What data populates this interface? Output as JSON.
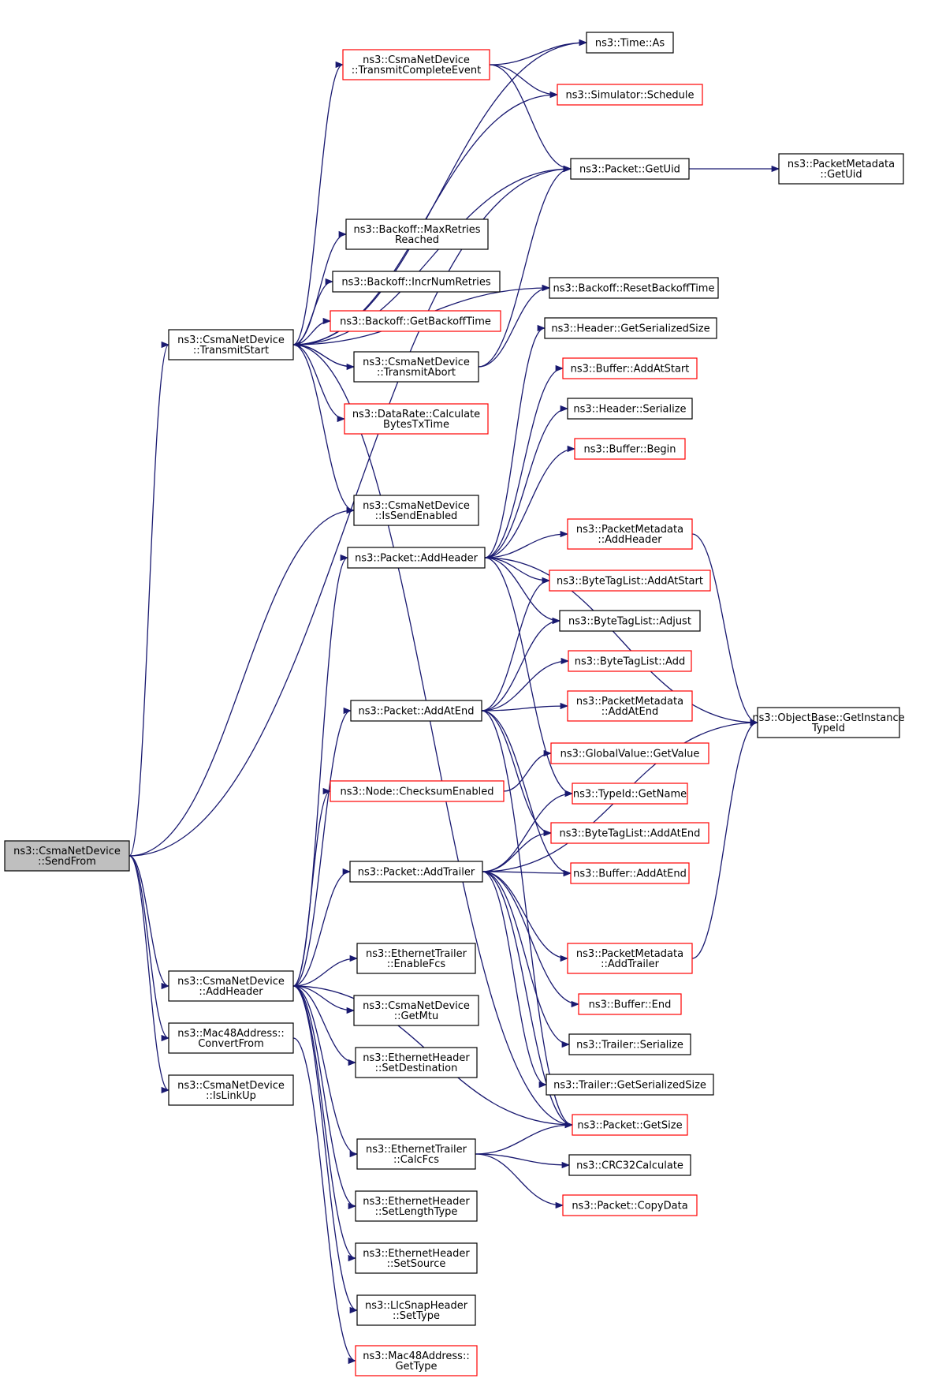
{
  "colors": {
    "edge": "#191970",
    "normal_border": "#000000",
    "truncated_border": "#ff0000",
    "root_fill": "#bfbfbf"
  },
  "nodes": [
    {
      "id": "sendfrom",
      "lines": [
        "ns3::CsmaNetDevice",
        "::SendFrom"
      ],
      "style": "root"
    },
    {
      "id": "transmitstart",
      "lines": [
        "ns3::CsmaNetDevice",
        "::TransmitStart"
      ],
      "style": "normal"
    },
    {
      "id": "addheader_dev",
      "lines": [
        "ns3::CsmaNetDevice",
        "::AddHeader"
      ],
      "style": "normal"
    },
    {
      "id": "mac48_convert",
      "lines": [
        "ns3::Mac48Address::",
        "ConvertFrom"
      ],
      "style": "normal"
    },
    {
      "id": "islinkup",
      "lines": [
        "ns3::CsmaNetDevice",
        "::IsLinkUp"
      ],
      "style": "normal"
    },
    {
      "id": "transmitcomplete",
      "lines": [
        "ns3::CsmaNetDevice",
        "::TransmitCompleteEvent"
      ],
      "style": "red"
    },
    {
      "id": "backoff_maxretries",
      "lines": [
        "ns3::Backoff::MaxRetries",
        "Reached"
      ],
      "style": "normal"
    },
    {
      "id": "backoff_incr",
      "lines": [
        "ns3::Backoff::IncrNumRetries"
      ],
      "style": "normal"
    },
    {
      "id": "backoff_get",
      "lines": [
        "ns3::Backoff::GetBackoffTime"
      ],
      "style": "red"
    },
    {
      "id": "transmitabort",
      "lines": [
        "ns3::CsmaNetDevice",
        "::TransmitAbort"
      ],
      "style": "normal"
    },
    {
      "id": "datarate",
      "lines": [
        "ns3::DataRate::Calculate",
        "BytesTxTime"
      ],
      "style": "red"
    },
    {
      "id": "issendenabled",
      "lines": [
        "ns3::CsmaNetDevice",
        "::IsSendEnabled"
      ],
      "style": "normal"
    },
    {
      "id": "packet_addheader",
      "lines": [
        "ns3::Packet::AddHeader"
      ],
      "style": "normal"
    },
    {
      "id": "packet_addatend",
      "lines": [
        "ns3::Packet::AddAtEnd"
      ],
      "style": "normal"
    },
    {
      "id": "node_checksum",
      "lines": [
        "ns3::Node::ChecksumEnabled"
      ],
      "style": "red"
    },
    {
      "id": "packet_addtrailer",
      "lines": [
        "ns3::Packet::AddTrailer"
      ],
      "style": "normal"
    },
    {
      "id": "eth_trailer_enable",
      "lines": [
        "ns3::EthernetTrailer",
        "::EnableFcs"
      ],
      "style": "normal"
    },
    {
      "id": "getmtu",
      "lines": [
        "ns3::CsmaNetDevice",
        "::GetMtu"
      ],
      "style": "normal"
    },
    {
      "id": "eth_header_setdest",
      "lines": [
        "ns3::EthernetHeader",
        "::SetDestination"
      ],
      "style": "normal"
    },
    {
      "id": "eth_trailer_calc",
      "lines": [
        "ns3::EthernetTrailer",
        "::CalcFcs"
      ],
      "style": "normal"
    },
    {
      "id": "eth_header_setlen",
      "lines": [
        "ns3::EthernetHeader",
        "::SetLengthType"
      ],
      "style": "normal"
    },
    {
      "id": "eth_header_setsrc",
      "lines": [
        "ns3::EthernetHeader",
        "::SetSource"
      ],
      "style": "normal"
    },
    {
      "id": "llcsnap_settype",
      "lines": [
        "ns3::LlcSnapHeader",
        "::SetType"
      ],
      "style": "normal"
    },
    {
      "id": "mac48_gettype",
      "lines": [
        "ns3::Mac48Address::",
        "GetType"
      ],
      "style": "red"
    },
    {
      "id": "time_as",
      "lines": [
        "ns3::Time::As"
      ],
      "style": "normal"
    },
    {
      "id": "sim_schedule",
      "lines": [
        "ns3::Simulator::Schedule"
      ],
      "style": "red"
    },
    {
      "id": "packet_getuid",
      "lines": [
        "ns3::Packet::GetUid"
      ],
      "style": "normal"
    },
    {
      "id": "pm_getuid",
      "lines": [
        "ns3::PacketMetadata",
        "::GetUid"
      ],
      "style": "normal"
    },
    {
      "id": "backoff_reset",
      "lines": [
        "ns3::Backoff::ResetBackoffTime"
      ],
      "style": "normal"
    },
    {
      "id": "header_getsize",
      "lines": [
        "ns3::Header::GetSerializedSize"
      ],
      "style": "normal"
    },
    {
      "id": "buffer_addatstart",
      "lines": [
        "ns3::Buffer::AddAtStart"
      ],
      "style": "red"
    },
    {
      "id": "header_serialize",
      "lines": [
        "ns3::Header::Serialize"
      ],
      "style": "normal"
    },
    {
      "id": "buffer_begin",
      "lines": [
        "ns3::Buffer::Begin"
      ],
      "style": "red"
    },
    {
      "id": "pm_addheader",
      "lines": [
        "ns3::PacketMetadata",
        "::AddHeader"
      ],
      "style": "red"
    },
    {
      "id": "btl_addatstart",
      "lines": [
        "ns3::ByteTagList::AddAtStart"
      ],
      "style": "red"
    },
    {
      "id": "btl_adjust",
      "lines": [
        "ns3::ByteTagList::Adjust"
      ],
      "style": "normal"
    },
    {
      "id": "btl_add",
      "lines": [
        "ns3::ByteTagList::Add"
      ],
      "style": "red"
    },
    {
      "id": "pm_addatend",
      "lines": [
        "ns3::PacketMetadata",
        "::AddAtEnd"
      ],
      "style": "red"
    },
    {
      "id": "globalvalue_get",
      "lines": [
        "ns3::GlobalValue::GetValue"
      ],
      "style": "red"
    },
    {
      "id": "typeid_getname",
      "lines": [
        "ns3::TypeId::GetName"
      ],
      "style": "red"
    },
    {
      "id": "btl_addatend",
      "lines": [
        "ns3::ByteTagList::AddAtEnd"
      ],
      "style": "red"
    },
    {
      "id": "buffer_addatend",
      "lines": [
        "ns3::Buffer::AddAtEnd"
      ],
      "style": "red"
    },
    {
      "id": "pm_addtrailer",
      "lines": [
        "ns3::PacketMetadata",
        "::AddTrailer"
      ],
      "style": "red"
    },
    {
      "id": "buffer_end",
      "lines": [
        "ns3::Buffer::End"
      ],
      "style": "red"
    },
    {
      "id": "trailer_serialize",
      "lines": [
        "ns3::Trailer::Serialize"
      ],
      "style": "normal"
    },
    {
      "id": "trailer_getsize",
      "lines": [
        "ns3::Trailer::GetSerializedSize"
      ],
      "style": "normal"
    },
    {
      "id": "packet_getsize",
      "lines": [
        "ns3::Packet::GetSize"
      ],
      "style": "red"
    },
    {
      "id": "crc32",
      "lines": [
        "ns3::CRC32Calculate"
      ],
      "style": "normal"
    },
    {
      "id": "packet_copydata",
      "lines": [
        "ns3::Packet::CopyData"
      ],
      "style": "red"
    },
    {
      "id": "objectbase_typeid",
      "lines": [
        "ns3::ObjectBase::GetInstance",
        "TypeId"
      ],
      "style": "normal"
    }
  ],
  "edges": [
    [
      "sendfrom",
      "transmitstart"
    ],
    [
      "sendfrom",
      "addheader_dev"
    ],
    [
      "sendfrom",
      "mac48_convert"
    ],
    [
      "sendfrom",
      "islinkup"
    ],
    [
      "sendfrom",
      "issendenabled"
    ],
    [
      "sendfrom",
      "packet_getuid"
    ],
    [
      "transmitstart",
      "transmitcomplete"
    ],
    [
      "transmitstart",
      "time_as"
    ],
    [
      "transmitstart",
      "sim_schedule"
    ],
    [
      "transmitstart",
      "packet_getuid"
    ],
    [
      "transmitstart",
      "backoff_maxretries"
    ],
    [
      "transmitstart",
      "backoff_incr"
    ],
    [
      "transmitstart",
      "backoff_get"
    ],
    [
      "transmitstart",
      "transmitabort"
    ],
    [
      "transmitstart",
      "datarate"
    ],
    [
      "transmitstart",
      "issendenabled"
    ],
    [
      "transmitstart",
      "backoff_reset"
    ],
    [
      "transmitstart",
      "packet_getsize"
    ],
    [
      "transmitcomplete",
      "time_as"
    ],
    [
      "transmitcomplete",
      "sim_schedule"
    ],
    [
      "transmitcomplete",
      "packet_getuid"
    ],
    [
      "transmitabort",
      "transmitstart"
    ],
    [
      "transmitabort",
      "packet_getuid"
    ],
    [
      "transmitabort",
      "backoff_reset"
    ],
    [
      "packet_getuid",
      "pm_getuid"
    ],
    [
      "addheader_dev",
      "packet_addheader"
    ],
    [
      "addheader_dev",
      "packet_addatend"
    ],
    [
      "addheader_dev",
      "node_checksum"
    ],
    [
      "addheader_dev",
      "packet_addtrailer"
    ],
    [
      "addheader_dev",
      "eth_trailer_enable"
    ],
    [
      "addheader_dev",
      "getmtu"
    ],
    [
      "addheader_dev",
      "eth_header_setdest"
    ],
    [
      "addheader_dev",
      "packet_getsize"
    ],
    [
      "addheader_dev",
      "eth_trailer_calc"
    ],
    [
      "addheader_dev",
      "eth_header_setlen"
    ],
    [
      "addheader_dev",
      "eth_header_setsrc"
    ],
    [
      "addheader_dev",
      "llcsnap_settype"
    ],
    [
      "mac48_convert",
      "mac48_gettype"
    ],
    [
      "packet_addheader",
      "header_getsize"
    ],
    [
      "packet_addheader",
      "buffer_addatstart"
    ],
    [
      "packet_addheader",
      "header_serialize"
    ],
    [
      "packet_addheader",
      "buffer_begin"
    ],
    [
      "packet_addheader",
      "pm_addheader"
    ],
    [
      "packet_addheader",
      "btl_addatstart"
    ],
    [
      "packet_addheader",
      "btl_adjust"
    ],
    [
      "packet_addheader",
      "objectbase_typeid"
    ],
    [
      "packet_addheader",
      "typeid_getname"
    ],
    [
      "pm_addheader",
      "objectbase_typeid"
    ],
    [
      "packet_addatend",
      "btl_addatstart"
    ],
    [
      "packet_addatend",
      "btl_adjust"
    ],
    [
      "packet_addatend",
      "btl_add"
    ],
    [
      "packet_addatend",
      "pm_addatend"
    ],
    [
      "packet_addatend",
      "btl_addatend"
    ],
    [
      "packet_addatend",
      "buffer_addatend"
    ],
    [
      "packet_addatend",
      "packet_getsize"
    ],
    [
      "node_checksum",
      "globalvalue_get"
    ],
    [
      "packet_addtrailer",
      "typeid_getname"
    ],
    [
      "packet_addtrailer",
      "btl_addatend"
    ],
    [
      "packet_addtrailer",
      "buffer_addatend"
    ],
    [
      "packet_addtrailer",
      "objectbase_typeid"
    ],
    [
      "packet_addtrailer",
      "pm_addtrailer"
    ],
    [
      "packet_addtrailer",
      "buffer_end"
    ],
    [
      "packet_addtrailer",
      "trailer_serialize"
    ],
    [
      "packet_addtrailer",
      "trailer_getsize"
    ],
    [
      "packet_addtrailer",
      "packet_getsize"
    ],
    [
      "pm_addtrailer",
      "objectbase_typeid"
    ],
    [
      "eth_trailer_calc",
      "packet_getsize"
    ],
    [
      "eth_trailer_calc",
      "crc32"
    ],
    [
      "eth_trailer_calc",
      "packet_copydata"
    ]
  ]
}
